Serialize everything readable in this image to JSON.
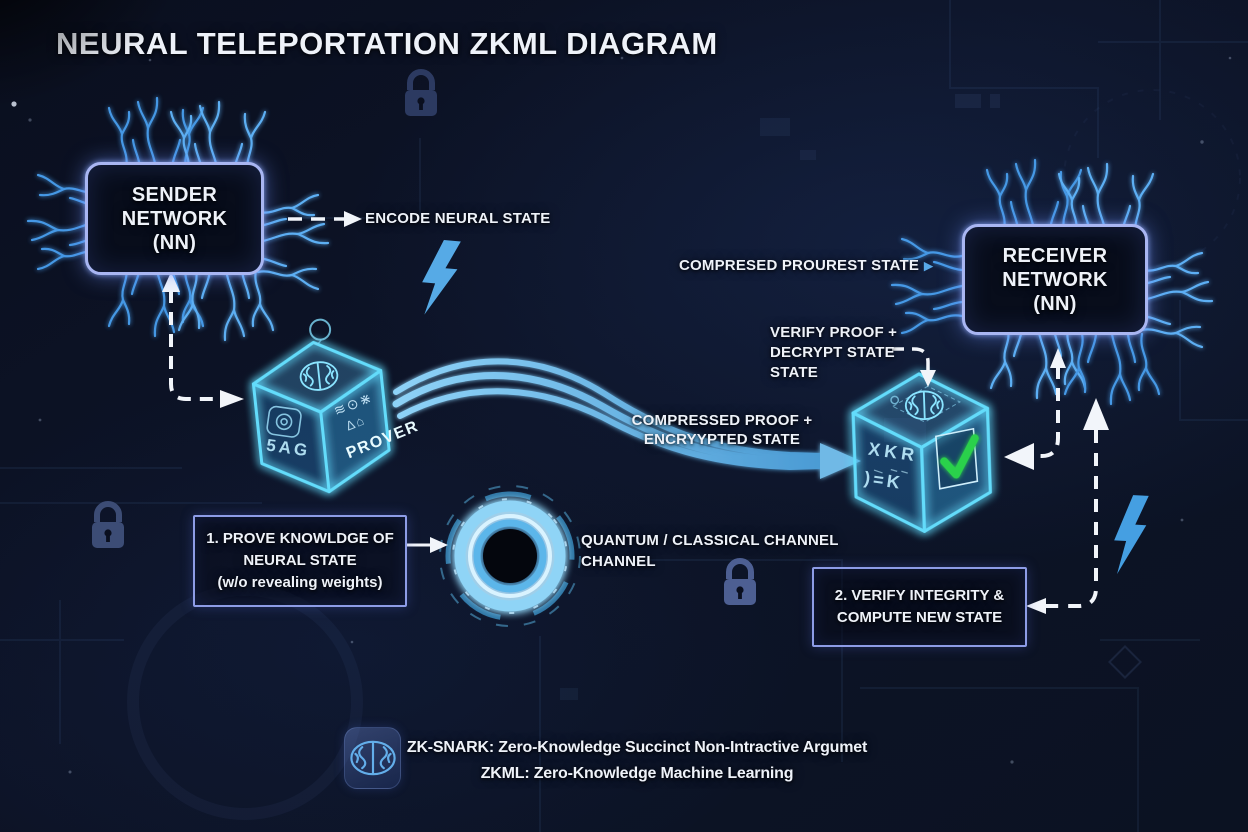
{
  "title": "NEURAL TELEPORTATION ZKML DIAGRAM",
  "sender_box": {
    "lines": [
      "SENDER",
      "NETWORK",
      "(NN)"
    ]
  },
  "receiver_box": {
    "lines": [
      "RECEIVER",
      "NETWORK",
      "(NN)"
    ]
  },
  "labels": {
    "encode": "ENCODE NEURAL STATE",
    "compressed_top": "COMPRESED PROUREST STATE",
    "compressed_proof_line1": "COMPRESSED PROOF +",
    "compressed_proof_line2": "ENCRYYPTED STATE",
    "verify_line1": "VERIFY PROOF +",
    "verify_line2": "DECRYPT STATE",
    "verify_line3": "STATE",
    "channel_line1": "QUANTUM / CLASSICAL CHANNEL",
    "channel_line2": "CHANNEL"
  },
  "prover_cube": {
    "label": "PROVER",
    "left_text": "5AG",
    "glyph_row_1": "≋⊙⋇",
    "glyph_row_2": "∆⌂"
  },
  "verifier_cube": {
    "glyph_row_1": "XKR",
    "glyph_row_2": ")=K"
  },
  "steps": {
    "step1_lines": [
      "1. PROVE KNOWLDGE OF",
      "NEURAL STATE",
      "(w/o revealing weights)"
    ],
    "step2_lines": [
      "2. VERIFY INTEGRITY &",
      "COMPUTE NEW STATE"
    ]
  },
  "legend": {
    "zk_snark": "ZK-SNARK: Zero-Knowledge Succinct Non-Intractive Argumet",
    "zkml": "ZKML: Zero-Knowledge Machine Learning"
  },
  "icons": {
    "pointer_arrow": "▸",
    "checkmark": "✓",
    "lightning_bolt": "⚡",
    "padlock": "🔒",
    "brain": "🧠"
  },
  "colors": {
    "cube_cyan": "#63dcfb",
    "stream_blue": "#74bfe9",
    "box_border": "#a9b6f2",
    "check_green": "#2bd14b",
    "lightning_blue": "#56aae6",
    "text": "#eef2f9"
  }
}
